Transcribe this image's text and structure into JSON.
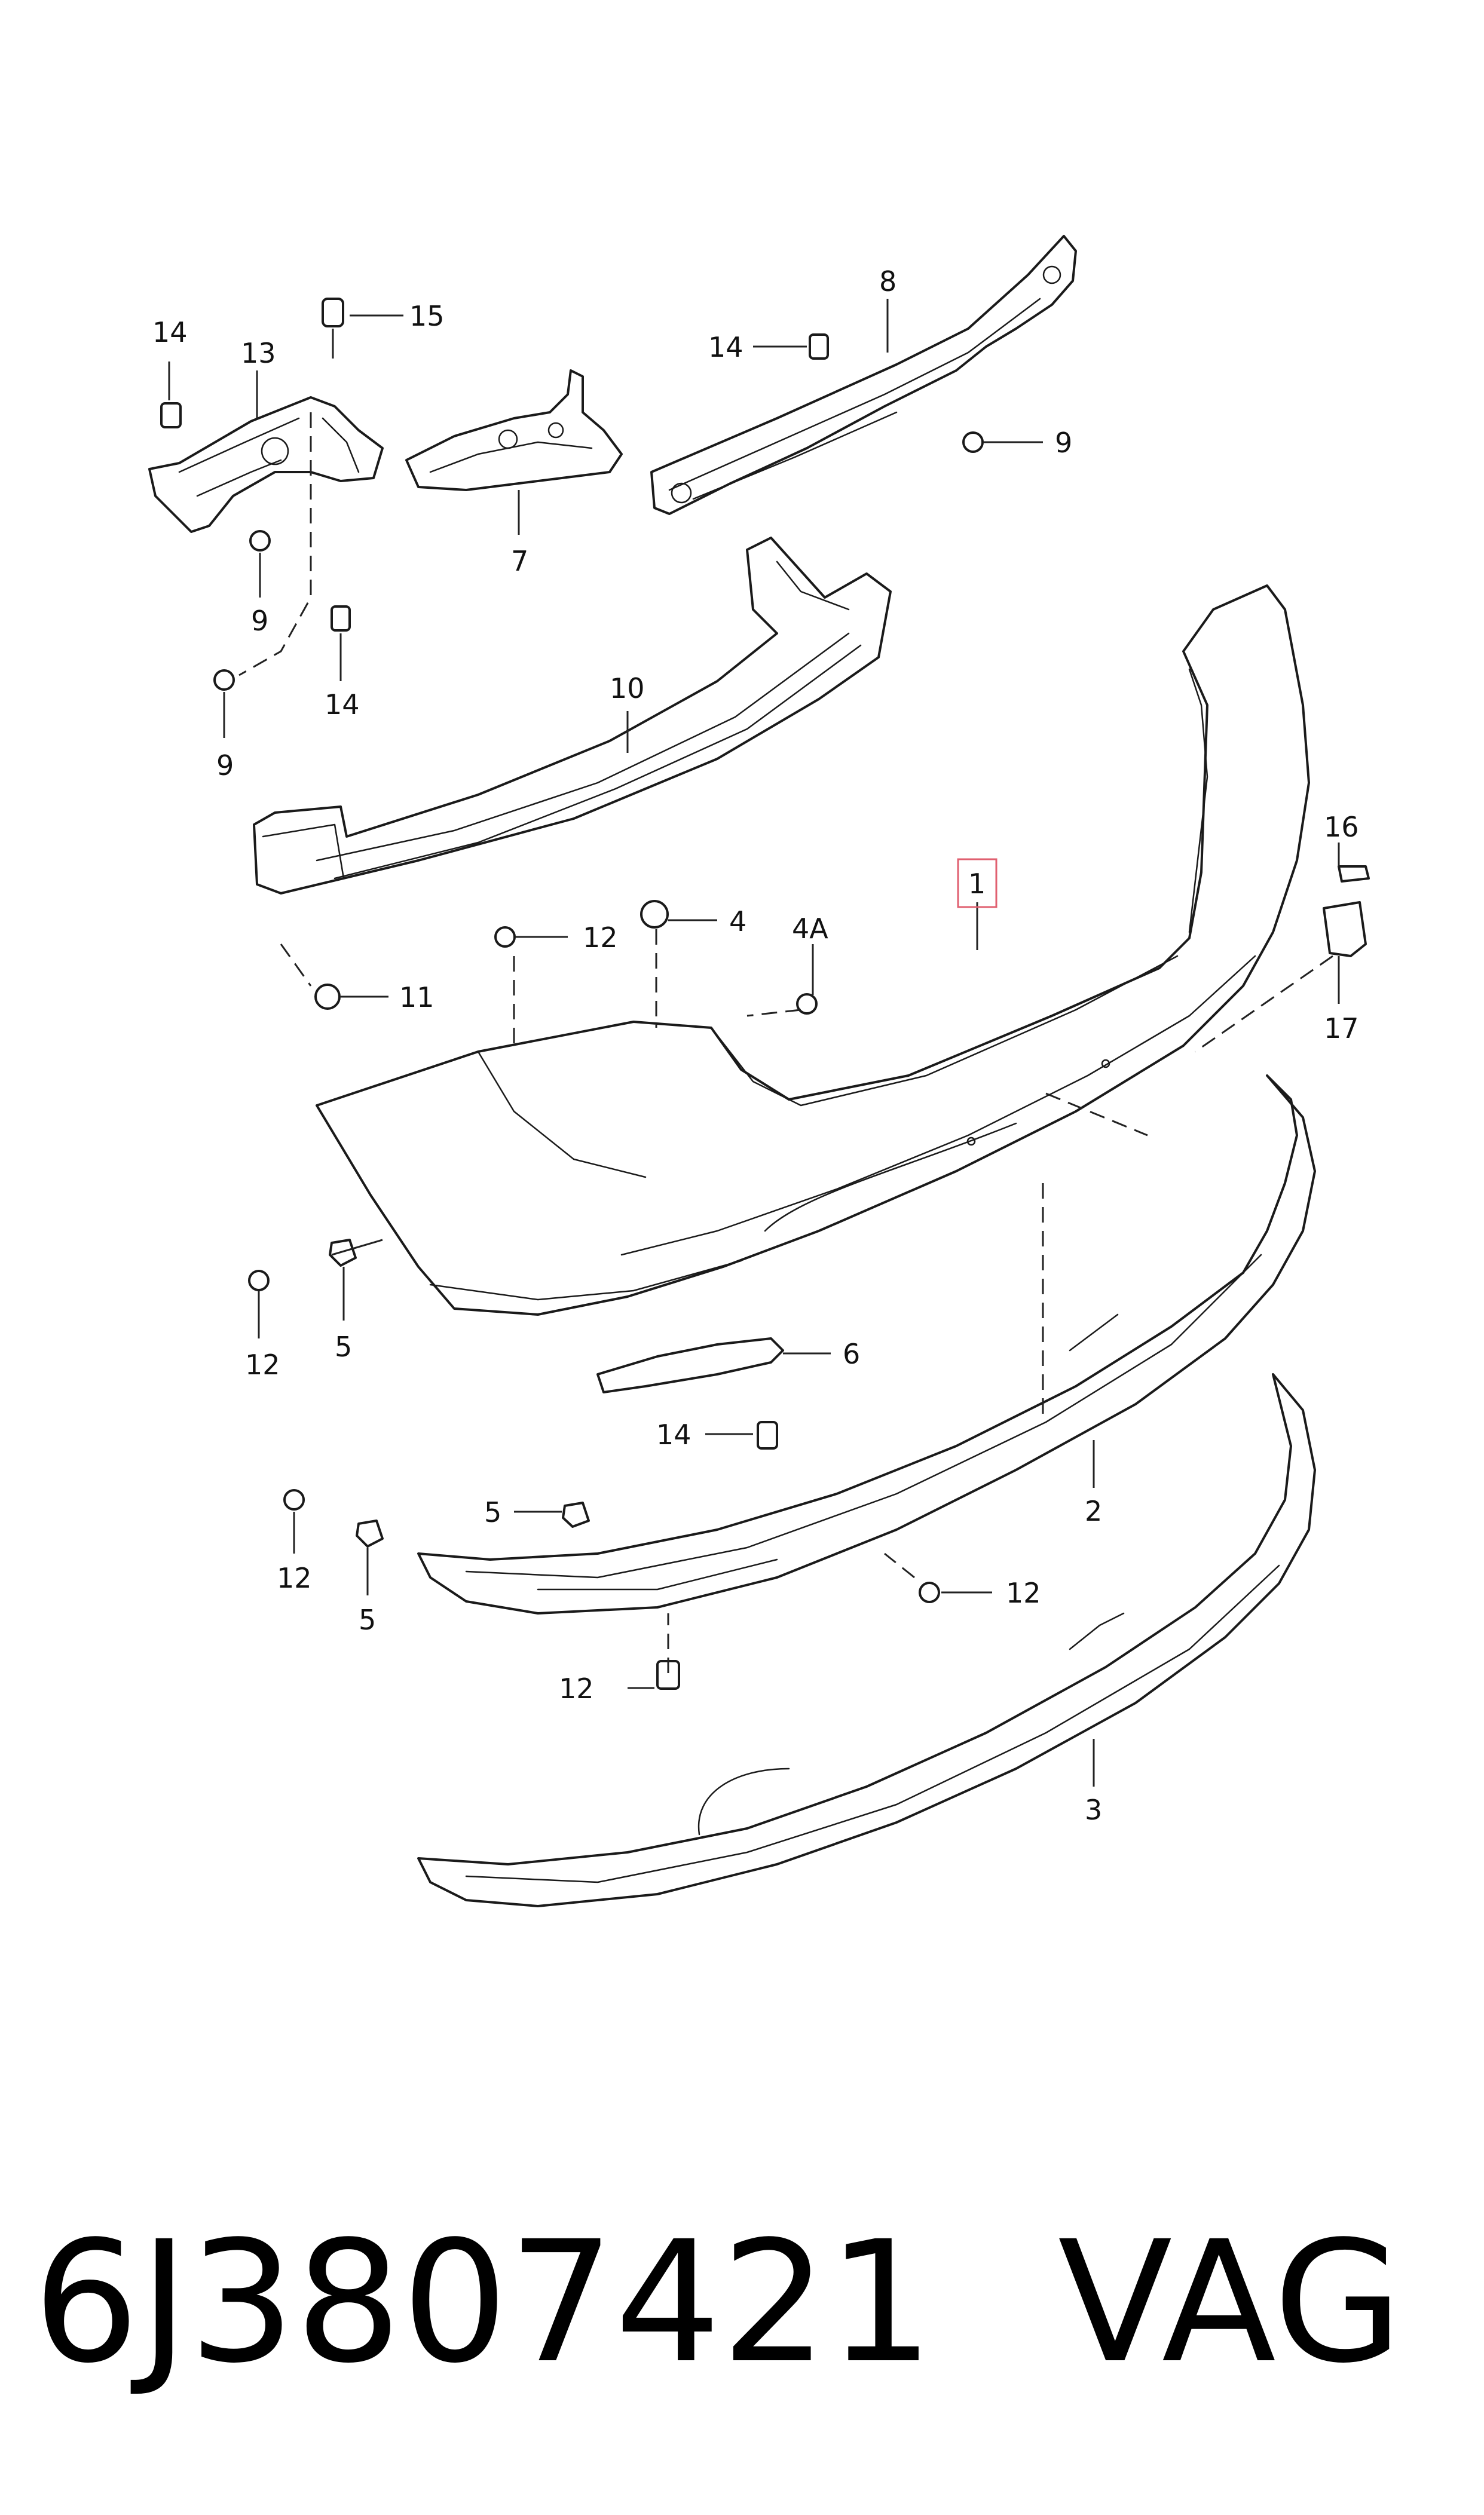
{
  "diagram": {
    "callouts": {
      "c1": "1",
      "c2": "2",
      "c3": "3",
      "c4": "4",
      "c4a": "4A",
      "c5a": "5",
      "c5b": "5",
      "c5c": "5",
      "c6": "6",
      "c7": "7",
      "c8": "8",
      "c9a": "9",
      "c9b": "9",
      "c9c": "9",
      "c10": "10",
      "c11": "11",
      "c12a": "12",
      "c12b": "12",
      "c12c": "12",
      "c12d": "12",
      "c12e": "12",
      "c13": "13",
      "c14a": "14",
      "c14b": "14",
      "c14c": "14",
      "c14d": "14",
      "c15": "15",
      "c16": "16",
      "c17": "17"
    },
    "highlighted_callout": "1",
    "highlight_color": "#e06070"
  },
  "caption": {
    "part_number": "6J3807421",
    "brand": "VAG"
  }
}
